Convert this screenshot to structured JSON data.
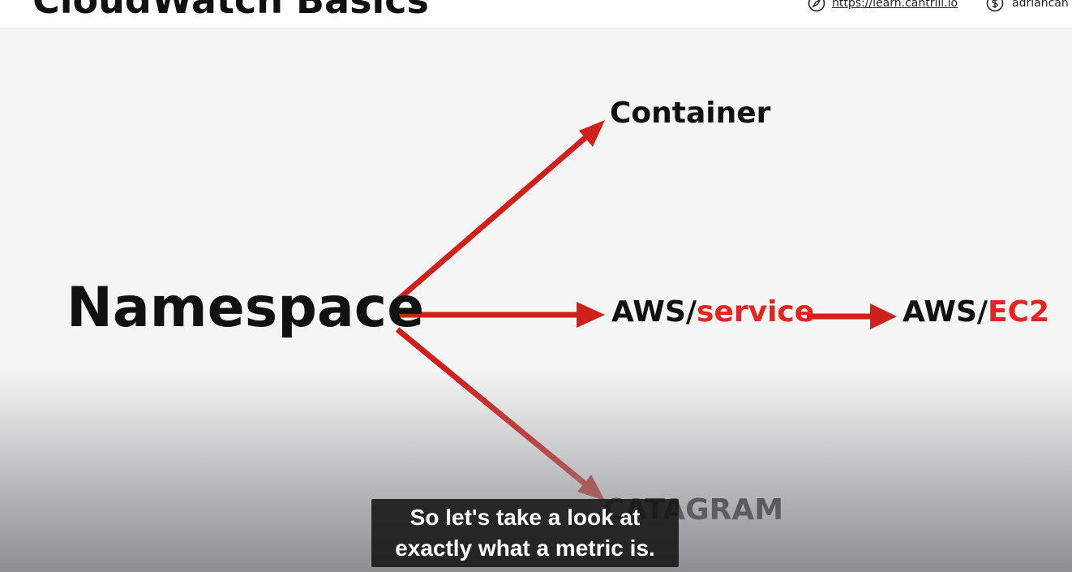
{
  "header": {
    "title": "CloudWatch Basics",
    "link_text": "https://learn.cantrill.io",
    "author_text": "adriancan",
    "link_icon": "compass-icon",
    "author_icon": "dollar-circle-icon"
  },
  "diagram": {
    "namespace_label": "Namespace",
    "container_label": "Container",
    "service_prefix": "AWS/",
    "service_suffix": "service",
    "ec2_prefix": "AWS/",
    "ec2_suffix": "EC2",
    "catagram_label": "CATAGRAM",
    "arrow_color": "#d0201c",
    "accent_color": "#e32420",
    "text_color": "#111111"
  },
  "caption": {
    "line1": "So let's take a look at",
    "line2": "exactly what a metric is."
  }
}
